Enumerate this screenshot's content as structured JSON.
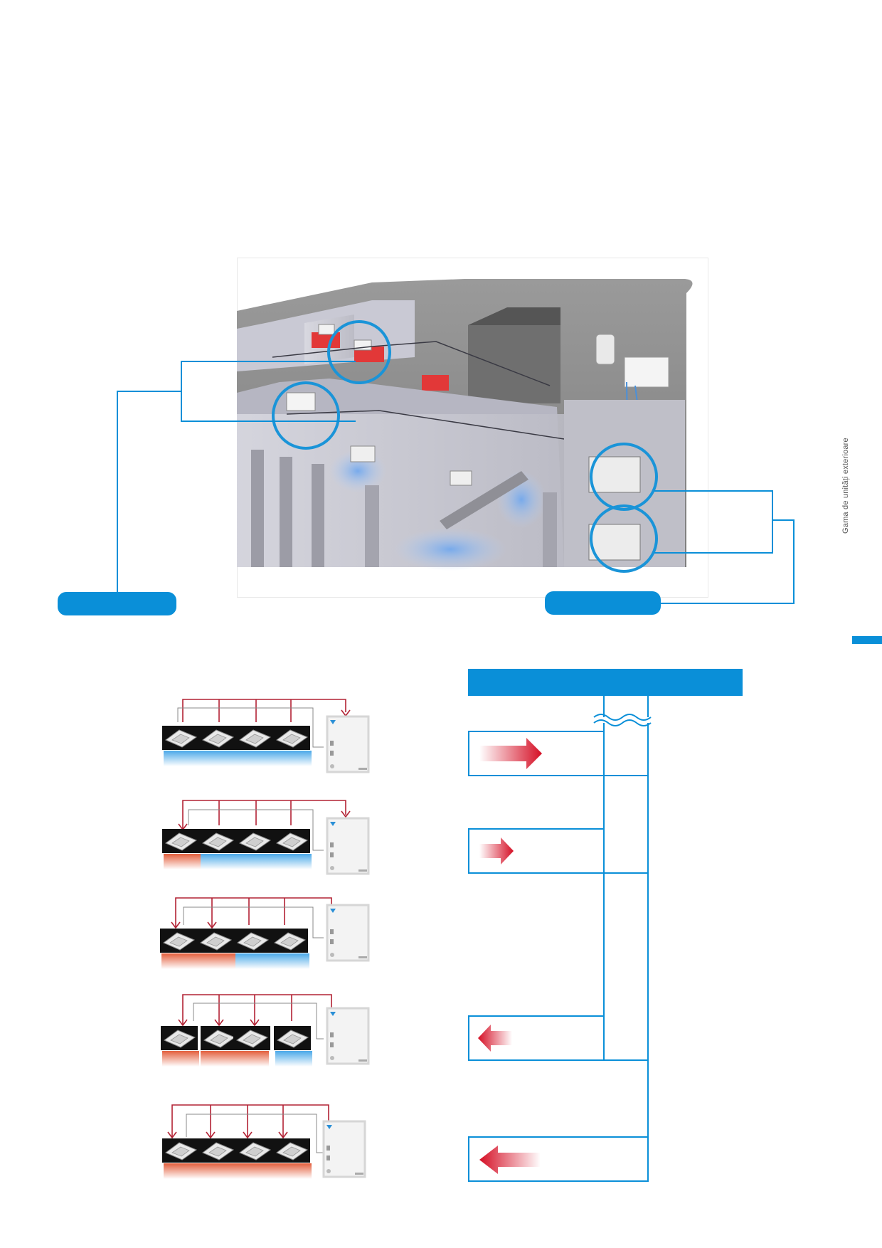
{
  "sidebar": {
    "section_label": "Gama de unități exterioare"
  },
  "colors": {
    "accent": "#0a8fd8",
    "heat": "#c8102e",
    "cool": "#8fc7ee",
    "pipe": "#b22234"
  },
  "icons": {
    "indoor_unit": "cassette-unit-icon",
    "outdoor_unit": "outdoor-unit-icon",
    "heat_arrow": "heat-arrow-icon"
  },
  "rows": [
    {
      "units": [
        "cool",
        "cool",
        "cool",
        "cool"
      ],
      "flow": "to-outdoor"
    },
    {
      "units": [
        "heat",
        "cool",
        "cool",
        "cool"
      ],
      "flow": "to-outdoor"
    },
    {
      "units": [
        "heat",
        "heat",
        "cool",
        "cool"
      ],
      "flow": "balanced"
    },
    {
      "units": [
        "heat",
        "heat",
        "heat",
        "cool"
      ],
      "flow": "to-indoor"
    },
    {
      "units": [
        "heat",
        "heat",
        "heat",
        "heat"
      ],
      "flow": "to-indoor"
    }
  ]
}
